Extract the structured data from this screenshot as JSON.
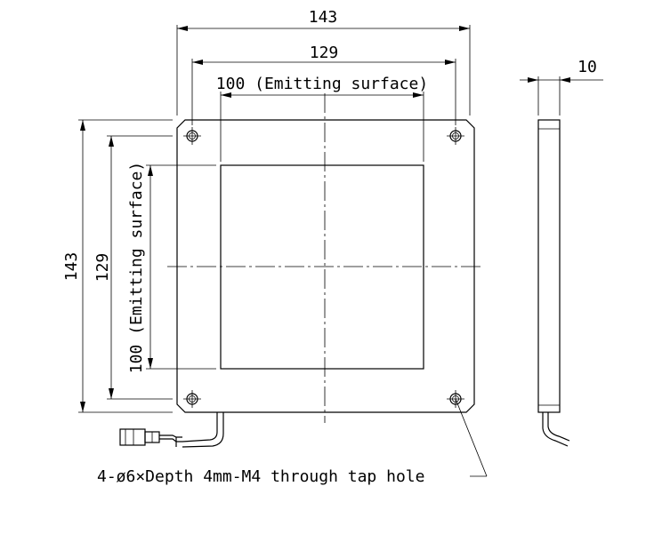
{
  "dimensions": {
    "overall_width": "143",
    "hole_spacing_width": "129",
    "emitting_width": "100 (Emitting surface)",
    "overall_height": "143",
    "hole_spacing_height": "129",
    "emitting_height": "100 (Emitting surface)",
    "thickness": "10"
  },
  "callout": {
    "hole_note": "4-ø6×Depth 4mm-M4 through tap hole"
  }
}
